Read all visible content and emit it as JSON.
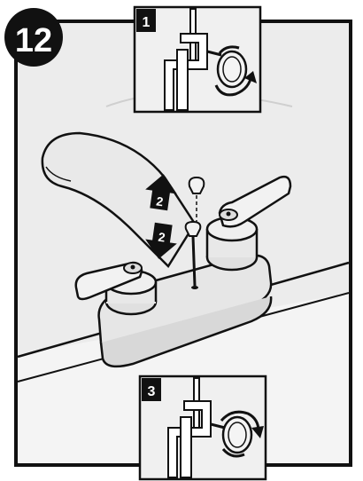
{
  "step": {
    "number": "12"
  },
  "callouts": {
    "top_label": "1",
    "bottom_label": "3",
    "arrow_up_label": "2",
    "arrow_down_label": "2"
  },
  "colors": {
    "line": "#111111",
    "shade": "#e8e8e8",
    "panel_bg": "#eeeeee",
    "badge": "#111111"
  }
}
